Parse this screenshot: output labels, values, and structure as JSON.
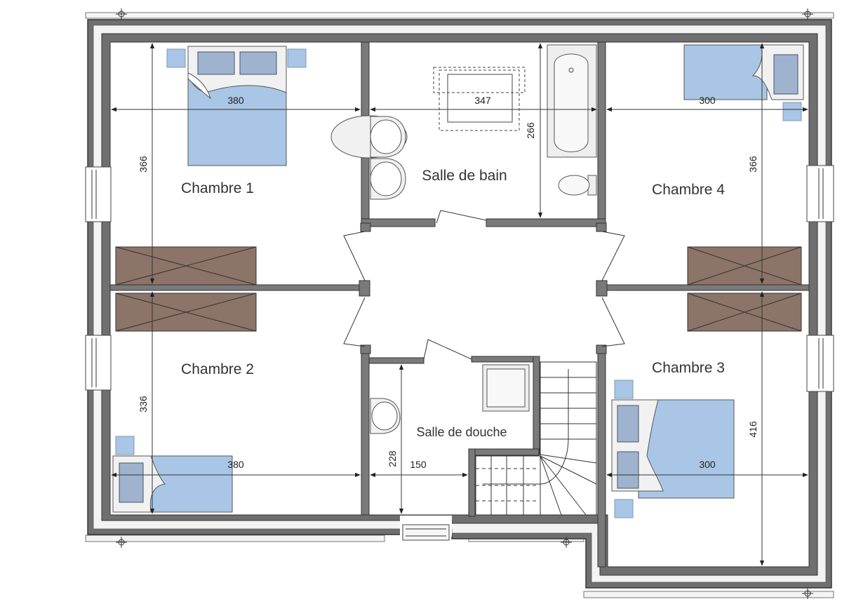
{
  "rooms": {
    "chambre1": "Chambre 1",
    "chambre2": "Chambre 2",
    "chambre3": "Chambre 3",
    "chambre4": "Chambre 4",
    "salle_de_bain": "Salle de bain",
    "salle_de_douche": "Salle de douche"
  },
  "dimensions": {
    "ch1_width": "380",
    "ch1_height": "366",
    "ch2_width": "380",
    "ch2_height": "336",
    "ch3_width": "300",
    "ch3_height": "416",
    "ch4_width": "300",
    "ch4_height": "366",
    "sdb_width": "347",
    "sdb_height": "266",
    "sdd_width": "150",
    "sdd_height": "228"
  },
  "colors": {
    "wall": "#7a7a7a",
    "bed": "#a9c6e6",
    "wardrobe": "#8c7468",
    "insulation": "#f4f4f4"
  }
}
